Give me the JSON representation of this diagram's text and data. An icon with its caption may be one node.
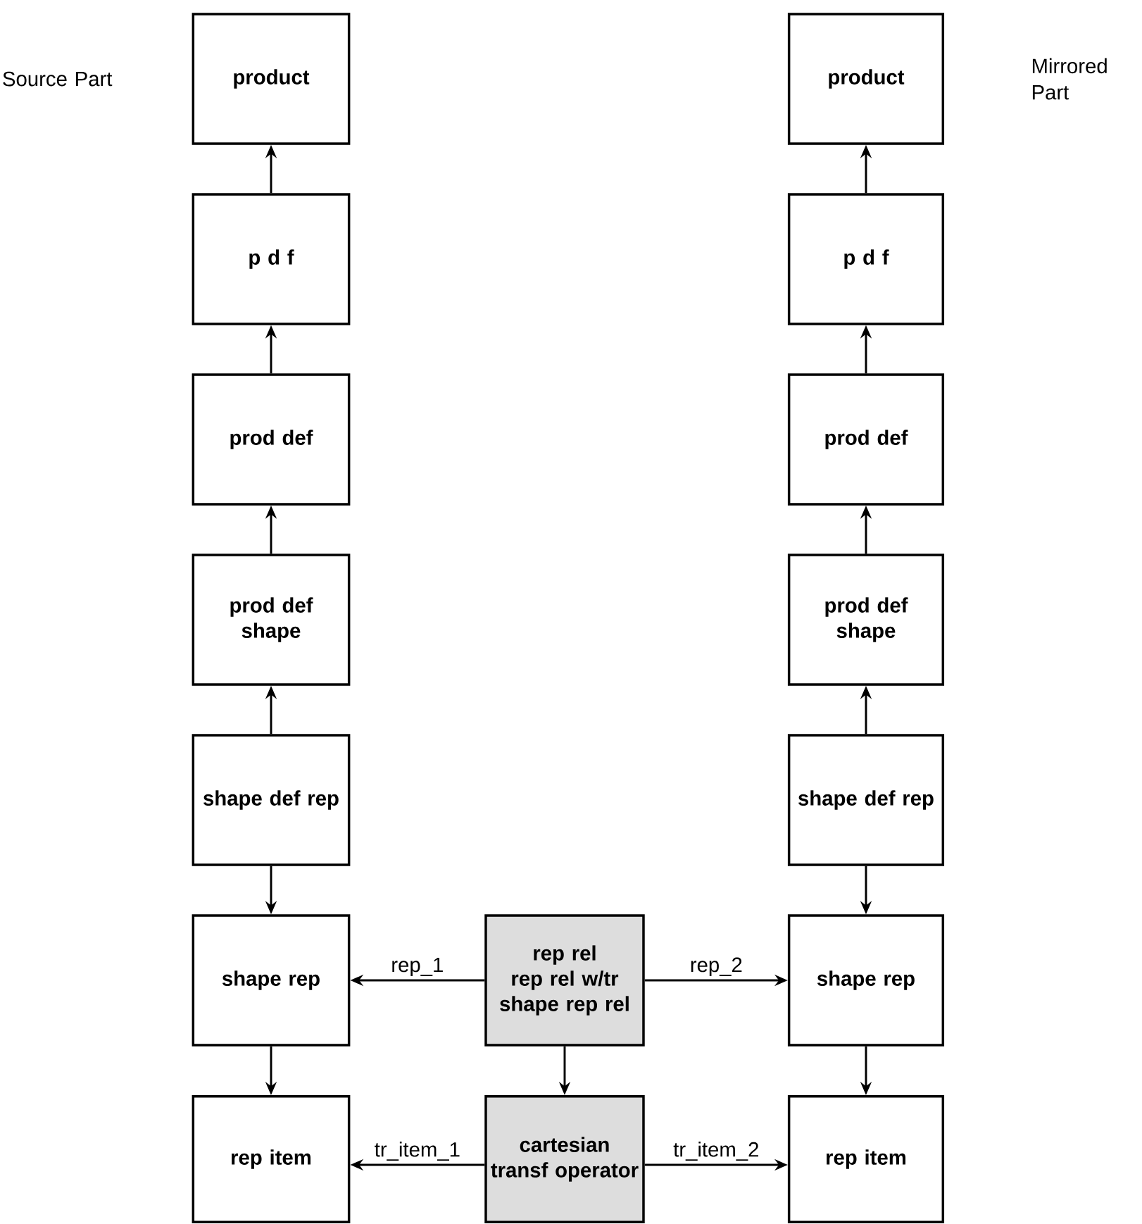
{
  "diagram": {
    "nodes": [
      {
        "text": [
          "product"
        ]
      },
      {
        "text": [
          "p d f"
        ]
      },
      {
        "text": [
          "prod def"
        ]
      },
      {
        "text": [
          "prod def shape"
        ]
      },
      {
        "text": [
          "shape def rep"
        ]
      },
      {
        "text": [
          "shape rep"
        ]
      },
      {
        "text": [
          "rep item"
        ]
      },
      {
        "text": [
          "rep rel",
          "rep rel w/tr",
          "shape rep rel"
        ]
      },
      {
        "text": [
          "cartesian transf operator"
        ]
      },
      {
        "text": [
          "product"
        ]
      },
      {
        "text": [
          "p d f"
        ]
      },
      {
        "text": [
          "prod def"
        ]
      },
      {
        "text": [
          "prod def shape"
        ]
      },
      {
        "text": [
          "shape def rep"
        ]
      },
      {
        "text": [
          "shape rep"
        ]
      },
      {
        "text": [
          "rep item"
        ]
      }
    ],
    "edges": [
      {
        "from": 1,
        "to": 0,
        "arrow": "to"
      },
      {
        "from": 2,
        "to": 1,
        "arrow": "to"
      },
      {
        "from": 3,
        "to": 2,
        "arrow": "to"
      },
      {
        "from": 4,
        "to": 3,
        "arrow": "to"
      },
      {
        "from": 4,
        "to": 5,
        "arrow": "to"
      },
      {
        "from": 5,
        "to": 6,
        "arrow": "to"
      },
      {
        "from": 10,
        "to": 9,
        "arrow": "to"
      },
      {
        "from": 11,
        "to": 10,
        "arrow": "to"
      },
      {
        "from": 12,
        "to": 11,
        "arrow": "to"
      },
      {
        "from": 13,
        "to": 12,
        "arrow": "to"
      },
      {
        "from": 13,
        "to": 14,
        "arrow": "to"
      },
      {
        "from": 14,
        "to": 15,
        "arrow": "to"
      },
      {
        "from": 7,
        "to": 5,
        "arrow": "to",
        "label": "rep_1"
      },
      {
        "from": 7,
        "to": 14,
        "arrow": "to",
        "label": "rep_2"
      },
      {
        "from": 7,
        "to": 8,
        "arrow": "to"
      },
      {
        "from": 8,
        "to": 6,
        "arrow": "to",
        "label": "tr_item_1"
      },
      {
        "from": 8,
        "to": 15,
        "arrow": "to",
        "label": "tr_item_2"
      }
    ],
    "labels": [
      "Source Part",
      "Mirrored Part"
    ]
  }
}
